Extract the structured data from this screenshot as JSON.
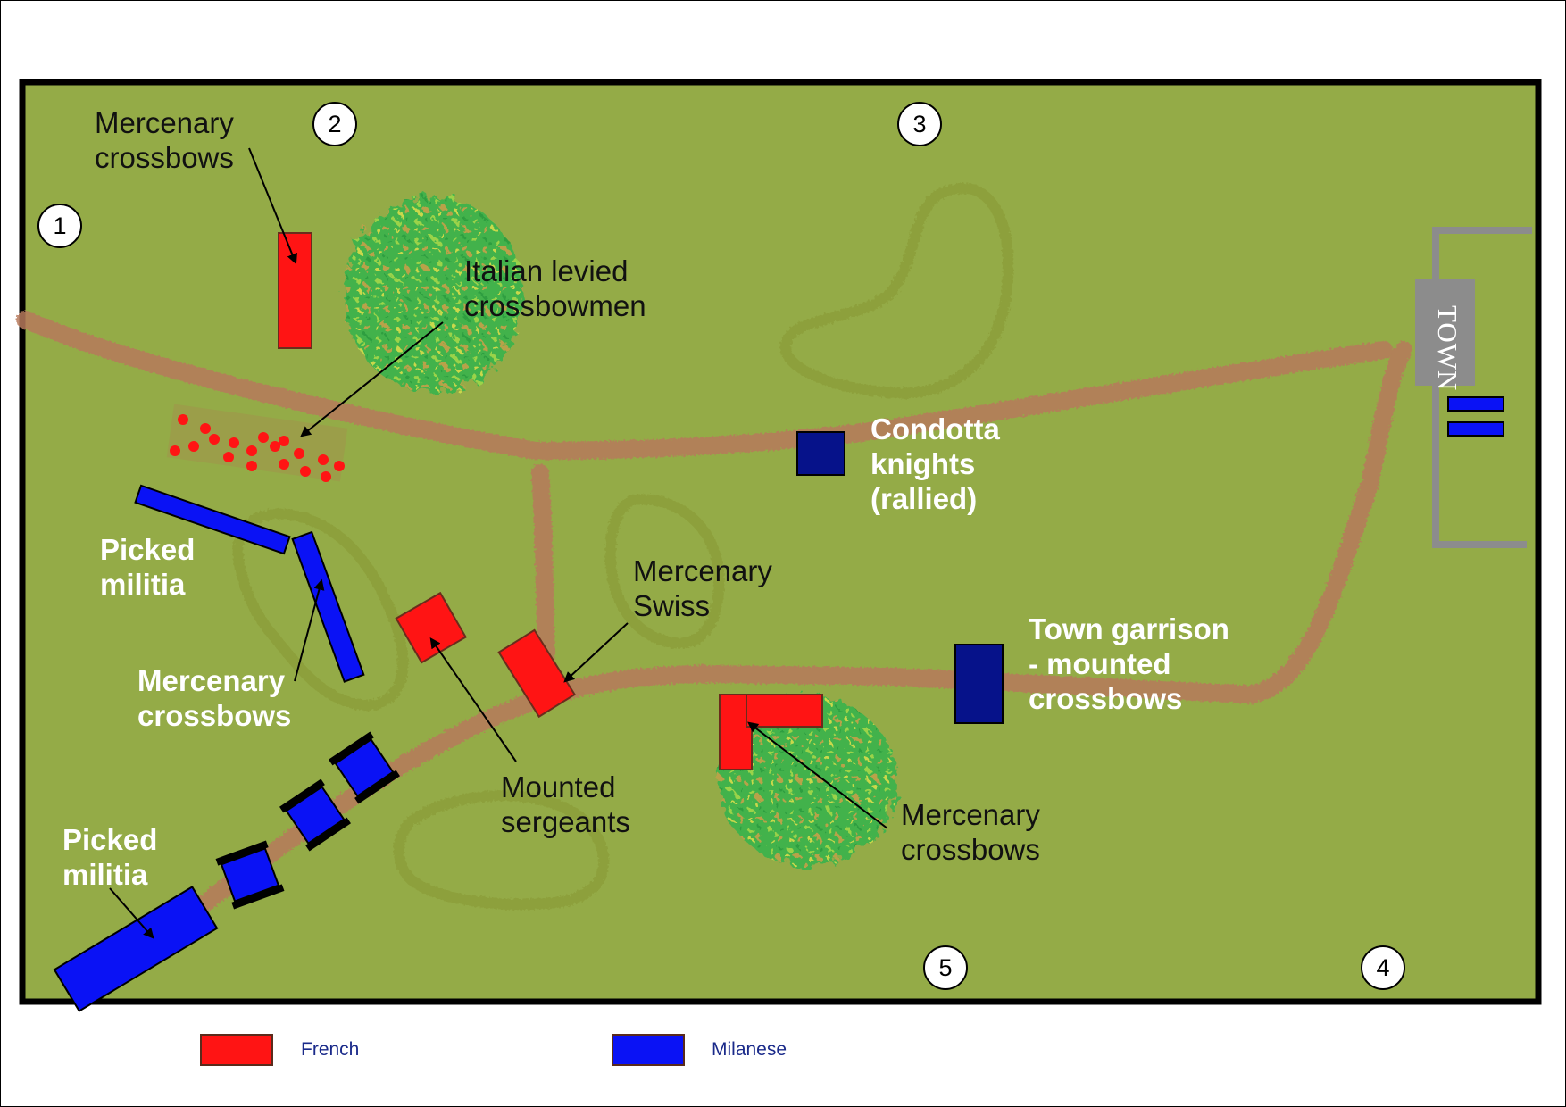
{
  "colors": {
    "field": "#94ab47",
    "road": "#b77a5b",
    "hill": "#8d9f3a",
    "woods": "#3fb04a",
    "french": "#ff1414",
    "milanese": "#0a12f5",
    "milanese_dark": "#06128a",
    "town": "#8c8c8c"
  },
  "markers": [
    "1",
    "2",
    "3",
    "4",
    "5"
  ],
  "labels": {
    "merc_crossbows_top": "Mercenary\ncrossbows",
    "italian_levied": "Italian levied\ncrossbowmen",
    "condotta": "Condotta\nknights\n(rallied)",
    "picked_militia_1": "Picked\nmilitia",
    "merc_swiss": "Mercenary\nSwiss",
    "town_garrison": "Town garrison\n- mounted\ncrossbows",
    "merc_crossbows_mid": "Mercenary\ncrossbows",
    "mounted_sergeants": "Mounted\nsergeants",
    "merc_crossbows_woods": "Mercenary\ncrossbows",
    "picked_militia_2": "Picked\nmilitia",
    "town": "TOWN"
  },
  "legend": [
    {
      "label": "French",
      "color": "#ff1414"
    },
    {
      "label": "Milanese",
      "color": "#0a12f5"
    }
  ]
}
